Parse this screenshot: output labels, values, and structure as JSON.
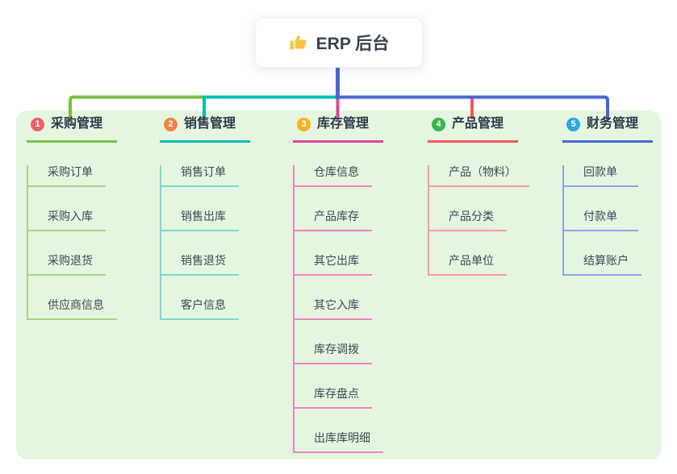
{
  "root": {
    "label": "ERP 后台",
    "icon": "thumbs-up-icon"
  },
  "branches": [
    {
      "index": "1",
      "label": "采购管理",
      "badge_color": "#f05f68",
      "line_color": "#7cbe3f",
      "light_line_color": "#a9d584",
      "children": [
        "采购订单",
        "采购入库",
        "采购退货",
        "供应商信息"
      ]
    },
    {
      "index": "2",
      "label": "销售管理",
      "badge_color": "#f08445",
      "line_color": "#00bfb3",
      "light_line_color": "#7fd9d0",
      "children": [
        "销售订单",
        "销售出库",
        "销售退货",
        "客户信息"
      ]
    },
    {
      "index": "3",
      "label": "库存管理",
      "badge_color": "#f8b121",
      "line_color": "#e2439c",
      "light_line_color": "#ef85bd",
      "children": [
        "仓库信息",
        "产品库存",
        "其它出库",
        "其它入库",
        "库存调拨",
        "库存盘点",
        "出库库明细"
      ]
    },
    {
      "index": "4",
      "label": "产品管理",
      "badge_color": "#39b54a",
      "line_color": "#f5565e",
      "light_line_color": "#f89ba0",
      "children": [
        "产品（物料）",
        "产品分类",
        "产品单位"
      ]
    },
    {
      "index": "5",
      "label": "财务管理",
      "badge_color": "#2ea7df",
      "line_color": "#4a66d3",
      "light_line_color": "#8fa4e6",
      "children": [
        "回款单",
        "付款单",
        "结算账户"
      ]
    }
  ],
  "colors": {
    "background": "#ffffff",
    "panel": "#e4f5e0",
    "root_line": "#4a66d3",
    "title_text": "#2f3947",
    "child_text": "#414855",
    "root_text": "#38414f",
    "thumb_icon": "#f6c344"
  }
}
